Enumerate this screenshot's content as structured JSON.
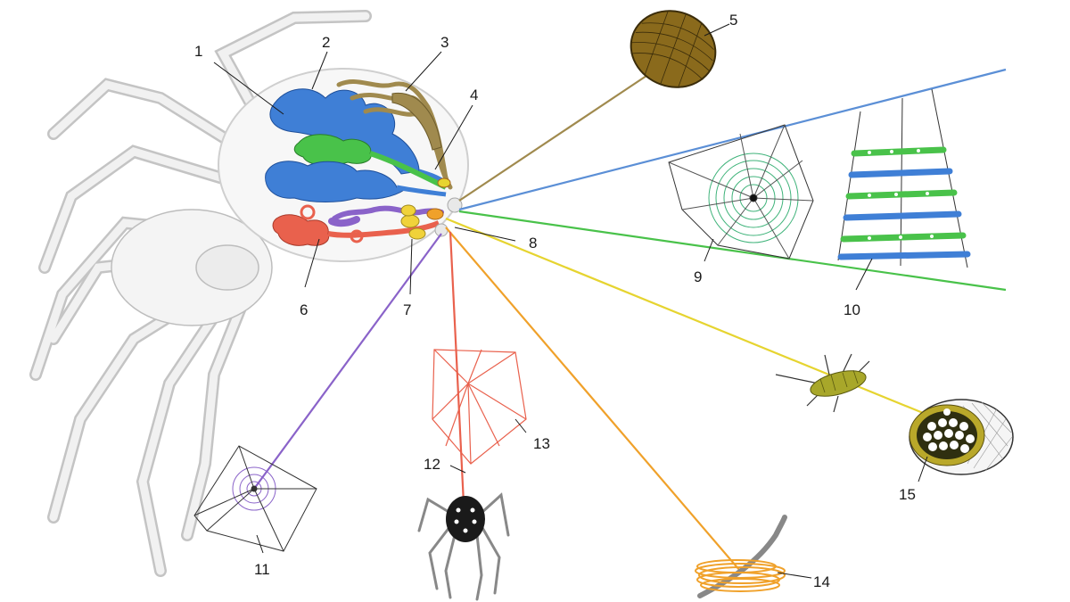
{
  "figure": {
    "labels": [
      {
        "id": "1",
        "text": "1"
      },
      {
        "id": "2",
        "text": "2"
      },
      {
        "id": "3",
        "text": "3"
      },
      {
        "id": "4",
        "text": "4"
      },
      {
        "id": "5",
        "text": "5"
      },
      {
        "id": "6",
        "text": "6"
      },
      {
        "id": "7",
        "text": "7"
      },
      {
        "id": "8",
        "text": "8"
      },
      {
        "id": "9",
        "text": "9"
      },
      {
        "id": "10",
        "text": "10"
      },
      {
        "id": "11",
        "text": "11"
      },
      {
        "id": "12",
        "text": "12"
      },
      {
        "id": "13",
        "text": "13"
      },
      {
        "id": "14",
        "text": "14"
      },
      {
        "id": "15",
        "text": "15"
      }
    ],
    "colors": {
      "ampullate": "#3f7fd6",
      "flagelliform": "#49c24a",
      "tubuliform": "#a08a4e",
      "aciniform": "#8a63c9",
      "aggregate": "#e9614d",
      "piriform": "#f0a12a",
      "thread_yellow": "#e6d430",
      "spider_outline": "#c9c9c9",
      "text": "#1a1a1a"
    }
  }
}
